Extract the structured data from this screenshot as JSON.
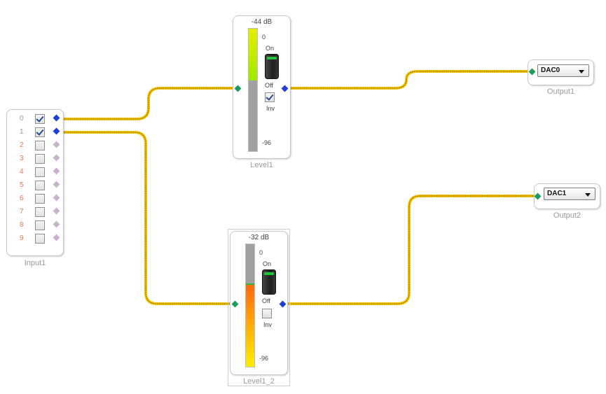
{
  "colors": {
    "wire": "#f2c500",
    "wire_dots": "#7a5a00",
    "port_in": "#1e9b5a",
    "port_out": "#1f3fd0",
    "port_idle": "#c9b3cc",
    "index_idle": "#e07850",
    "led_on": "#23c23c"
  },
  "input_block": {
    "label": "Input1",
    "channels": [
      {
        "num": "0",
        "checked": true
      },
      {
        "num": "1",
        "checked": true
      },
      {
        "num": "2",
        "checked": false
      },
      {
        "num": "3",
        "checked": false
      },
      {
        "num": "4",
        "checked": false
      },
      {
        "num": "5",
        "checked": false
      },
      {
        "num": "6",
        "checked": false
      },
      {
        "num": "7",
        "checked": false
      },
      {
        "num": "8",
        "checked": false
      },
      {
        "num": "9",
        "checked": false
      }
    ]
  },
  "level_1": {
    "label": "Level1",
    "db_readout": "-44 dB",
    "scale_top": "0",
    "scale_bottom": "-96",
    "on_label": "On",
    "off_label": "Off",
    "inv_label": "Inv",
    "inv_checked": true,
    "meter_fill_fraction": 0.42,
    "meter_colors": [
      "#e5ef00",
      "#a0e800"
    ]
  },
  "level_2": {
    "label": "Level1_2",
    "db_readout": "-32 dB",
    "scale_top": "0",
    "scale_bottom": "-96",
    "on_label": "On",
    "off_label": "Off",
    "inv_label": "Inv",
    "inv_checked": false,
    "meter_fill_fraction": 0.67,
    "meter_colors": [
      "#ff6a10",
      "#ffee00"
    ]
  },
  "output_1": {
    "label": "Output1",
    "selected": "DAC0"
  },
  "output_2": {
    "label": "Output2",
    "selected": "DAC1"
  }
}
